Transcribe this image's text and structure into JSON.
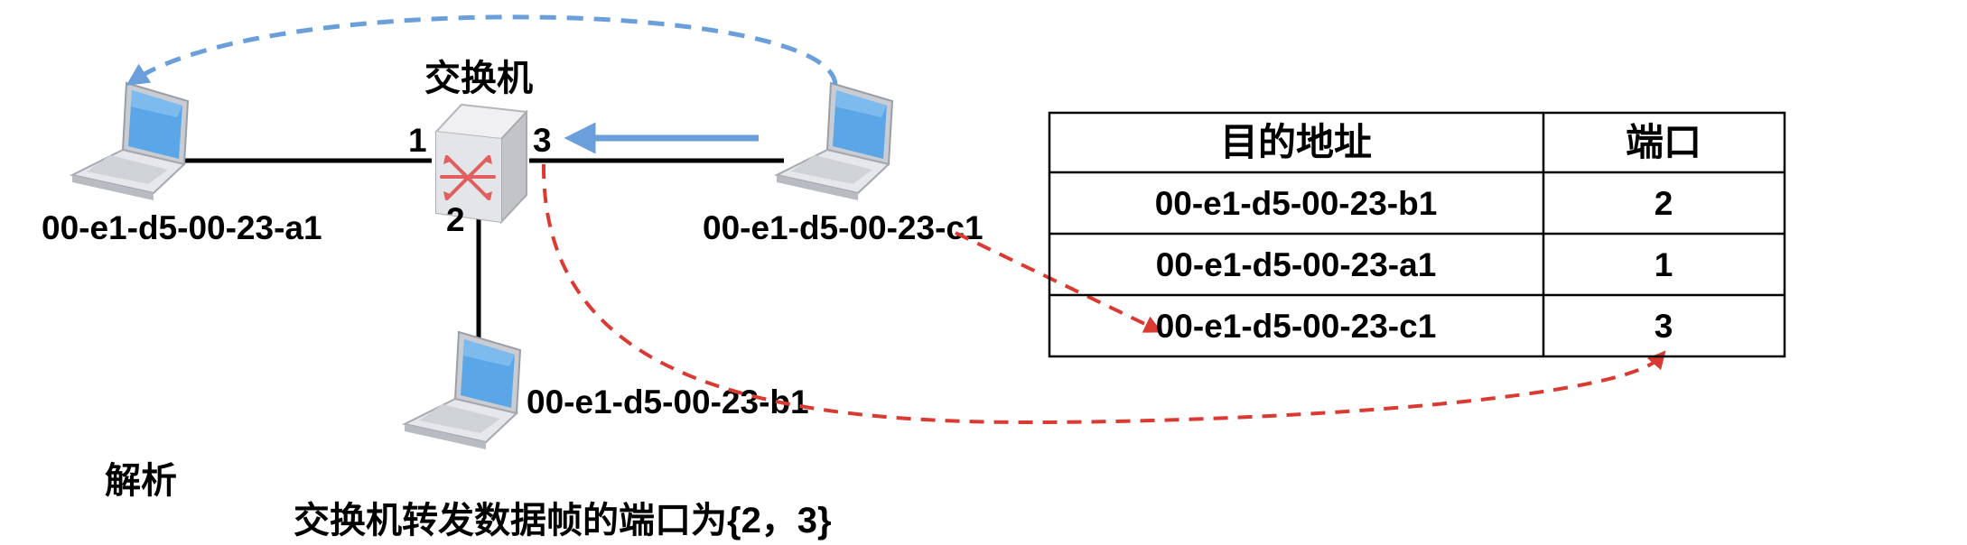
{
  "switch_label": "交换机",
  "ports": {
    "p1": "1",
    "p2": "2",
    "p3": "3"
  },
  "hosts": {
    "a": {
      "mac": "00-e1-d5-00-23-a1"
    },
    "b": {
      "mac": "00-e1-d5-00-23-b1"
    },
    "c": {
      "mac": "00-e1-d5-00-23-c1"
    }
  },
  "table": {
    "headers": [
      "目的地址",
      "端口"
    ],
    "rows": [
      {
        "address": "00-e1-d5-00-23-b1",
        "port": "2"
      },
      {
        "address": "00-e1-d5-00-23-a1",
        "port": "1"
      },
      {
        "address": "00-e1-d5-00-23-c1",
        "port": "3"
      }
    ]
  },
  "analysis": {
    "heading": "解析",
    "text": "交换机转发数据帧的端口为{2，3}"
  },
  "colors": {
    "line": "#000000",
    "blue_arrow": "#6a9fdb",
    "red_arrow": "#d93a32",
    "laptop_screen": "#5aa6e6",
    "switch_body": "#e2e2e4",
    "switch_symbol": "#e06060"
  }
}
